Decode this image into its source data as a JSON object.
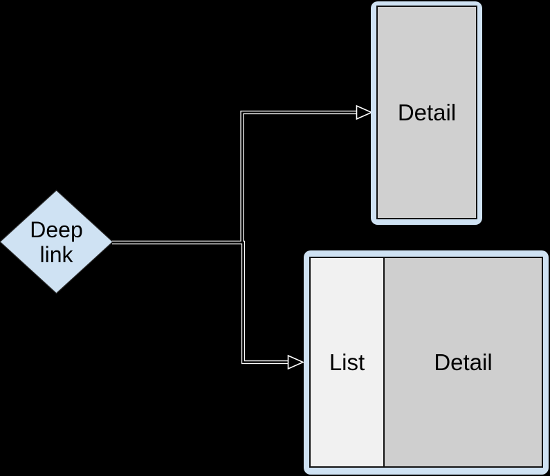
{
  "canvas": {
    "background": "#000000"
  },
  "nodes": {
    "deep_link": {
      "label": "Deep link",
      "shape": "diamond",
      "fill": "#cfe2f3"
    },
    "detail_screen": {
      "label": "Detail",
      "frame_fill": "#cfe2f3",
      "content_fill": "#d0d0d0"
    },
    "list_detail_screen": {
      "list_label": "List",
      "detail_label": "Detail",
      "frame_fill": "#cfe2f3",
      "list_fill": "#f1f1f1",
      "detail_fill": "#cfcfcf"
    }
  },
  "connectors": [
    {
      "from": "deep_link",
      "to": "detail_screen",
      "style": "double-line",
      "arrowhead": "hollow-triangle",
      "color": "#ffffff"
    },
    {
      "from": "deep_link",
      "to": "list_detail_screen",
      "style": "double-line",
      "arrowhead": "hollow-triangle",
      "color": "#ffffff"
    }
  ]
}
